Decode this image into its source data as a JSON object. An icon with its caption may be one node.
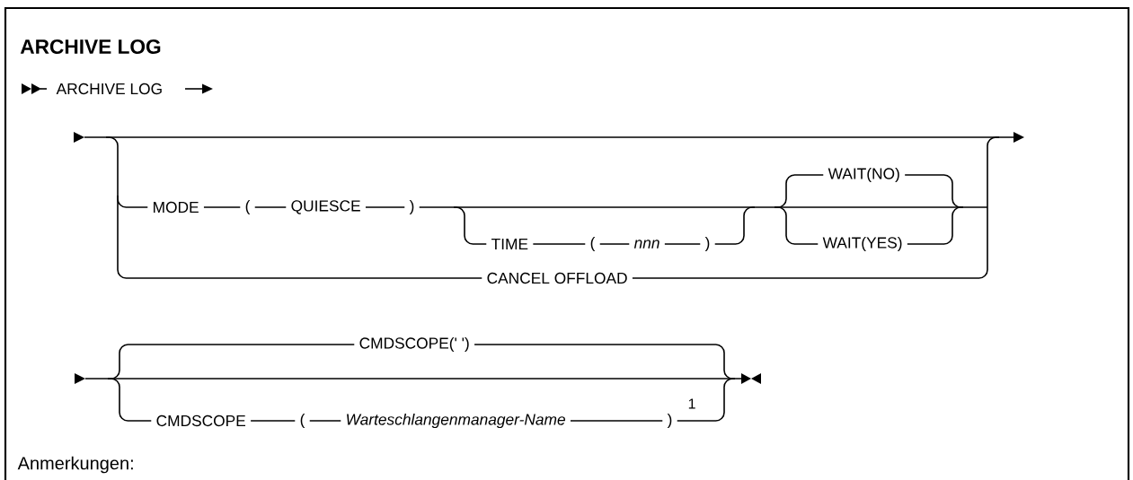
{
  "diagram": {
    "title": "ARCHIVE LOG",
    "labels": [
      "ARCHIVE LOG",
      "WAIT(NO)",
      "MODE",
      "(",
      "QUIESCE",
      ")",
      "TIME",
      "(",
      "nnn",
      ")",
      "WAIT(YES)",
      "CANCEL OFFLOAD",
      "CMDSCOPE(' ')",
      "CMDSCOPE",
      "(",
      "Warteschlangenmanager-Name",
      ")",
      "1",
      "Anmerkungen:"
    ]
  }
}
